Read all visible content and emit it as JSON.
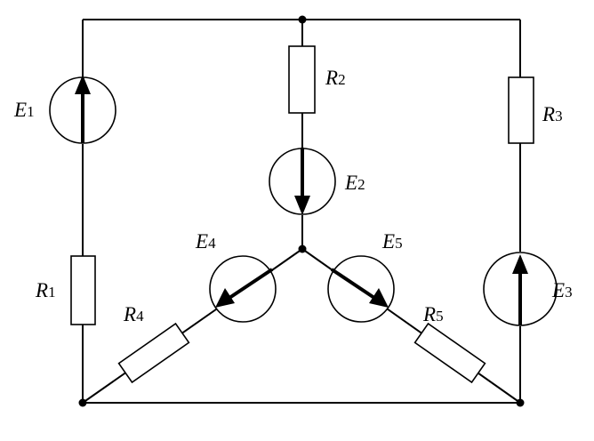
{
  "labels": {
    "E1": {
      "letter": "E",
      "sub": "1"
    },
    "E2": {
      "letter": "E",
      "sub": "2"
    },
    "E3": {
      "letter": "E",
      "sub": "3"
    },
    "E4": {
      "letter": "E",
      "sub": "4"
    },
    "E5": {
      "letter": "E",
      "sub": "5"
    },
    "R1": {
      "letter": "R",
      "sub": "1"
    },
    "R2": {
      "letter": "R",
      "sub": "2"
    },
    "R3": {
      "letter": "R",
      "sub": "3"
    },
    "R4": {
      "letter": "R",
      "sub": "4"
    },
    "R5": {
      "letter": "R",
      "sub": "5"
    }
  }
}
